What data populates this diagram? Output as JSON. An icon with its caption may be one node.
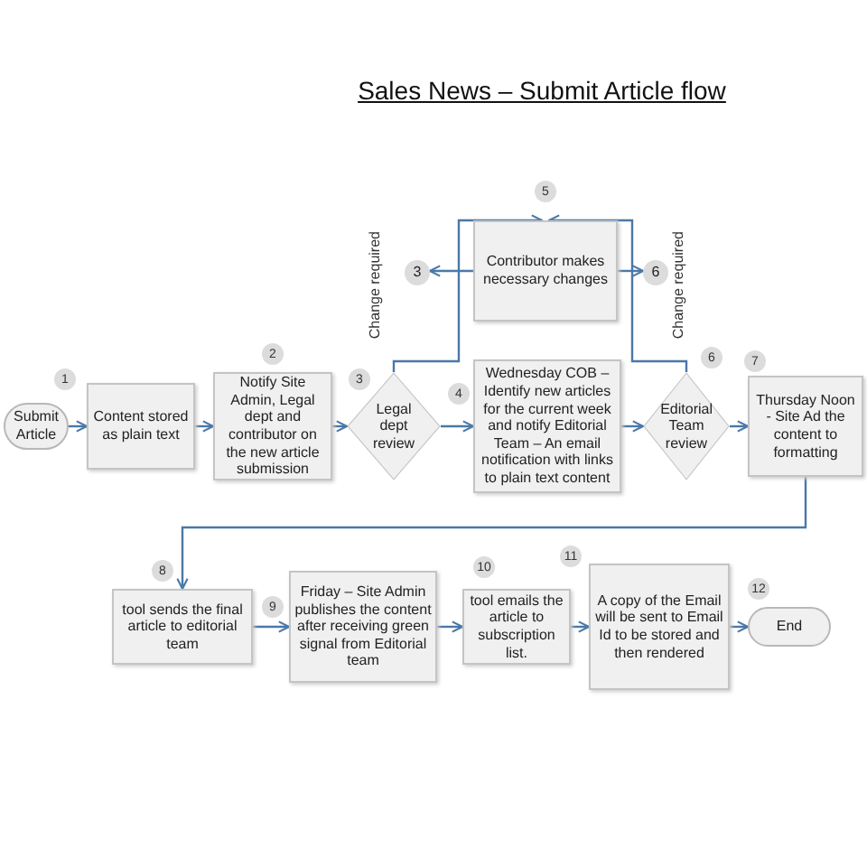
{
  "diagram": {
    "title": "Sales News – Submit Article flow",
    "nodes": [
      {
        "text": [
          "3"
        ]
      },
      {
        "text": [
          "Contributor makes necessary changes"
        ],
        "beside": [
          "5"
        ]
      },
      {
        "text": [
          "6"
        ]
      },
      {
        "text": [
          "Submit Article"
        ]
      },
      {
        "text": [
          "Content stored as plain text"
        ],
        "beside": [
          "1"
        ]
      },
      {
        "text": [
          "Notify Site Admin, Legal dept and contributor on the new article submission"
        ],
        "beside": [
          "2"
        ]
      },
      {
        "text": [
          "Legal dept review"
        ],
        "beside": [
          "3"
        ]
      },
      {
        "text": [
          "Wednesday COB – Identify new articles for the current week and notify Editorial Team – An email notification with links to plain text content"
        ],
        "beside": [
          "4"
        ]
      },
      {
        "text": [
          "Editorial Team review"
        ],
        "beside": [
          "6"
        ]
      },
      {
        "text": [
          "Thursday Noon - Site Ad the content to formatting"
        ],
        "beside": [
          "7"
        ]
      },
      {
        "text": [
          "tool sends the final article to editorial team"
        ],
        "beside": [
          "8"
        ]
      },
      {
        "text": [
          "Friday – Site Admin publishes the content after receiving green signal from Editorial team"
        ],
        "beside": [
          "9"
        ]
      },
      {
        "text": [
          "tool emails the article to subscription list."
        ],
        "beside": [
          "10"
        ]
      },
      {
        "text": [
          "A copy of the Email will be sent to Email Id to be stored and then rendered"
        ],
        "beside": [
          "11"
        ]
      },
      {
        "text": [
          "End"
        ],
        "beside": [
          "12"
        ]
      }
    ],
    "edges": [
      {
        "from": 3,
        "to": 4,
        "arrow": "to"
      },
      {
        "from": 4,
        "to": 5,
        "arrow": "to"
      },
      {
        "from": 5,
        "to": 6,
        "arrow": "to"
      },
      {
        "from": 6,
        "to": 7,
        "arrow": "to"
      },
      {
        "from": 7,
        "to": 8,
        "arrow": "to"
      },
      {
        "from": 8,
        "to": 9,
        "arrow": "to"
      },
      {
        "from": 9,
        "to": 10,
        "arrow": "to"
      },
      {
        "from": 10,
        "to": 11,
        "arrow": "to"
      },
      {
        "from": 11,
        "to": 12,
        "arrow": "to"
      },
      {
        "from": 12,
        "to": 13,
        "arrow": "to"
      },
      {
        "from": 13,
        "to": 14,
        "arrow": "to"
      },
      {
        "from": 6,
        "to": 1,
        "arrow": "to",
        "label": "Change required"
      },
      {
        "from": 8,
        "to": 1,
        "arrow": "to",
        "label": "Change required"
      },
      {
        "from": 1,
        "to": 0,
        "arrow": "to"
      },
      {
        "from": 1,
        "to": 2,
        "arrow": "to"
      }
    ]
  }
}
